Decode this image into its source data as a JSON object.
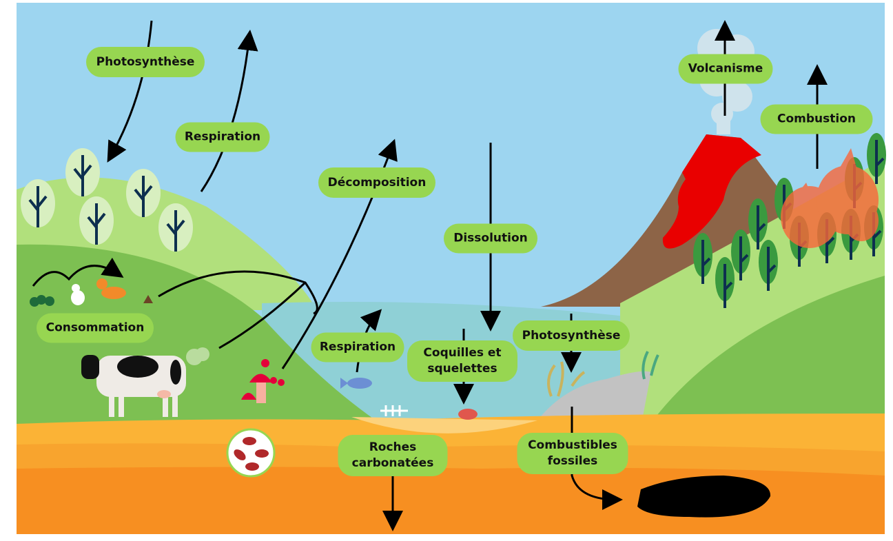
{
  "labels": {
    "photosynthese_land": "Photosynthèse",
    "respiration_land": "Respiration",
    "decomposition": "Décomposition",
    "dissolution": "Dissolution",
    "volcanisme": "Volcanisme",
    "combustion": "Combustion",
    "consommation": "Consommation",
    "respiration_ocean": "Respiration",
    "coquilles": "Coquilles et\nsquelettes",
    "photosynthese_ocean": "Photosynthèse",
    "roches": "Roches\ncarbonatées",
    "combustibles": "Combustibles\nfossiles"
  },
  "colors": {
    "sky": "#9dd5f0",
    "label": "#97d651",
    "grass_dark": "#7dc052",
    "grass_light": "#b1e07c",
    "water": "#8fd0d6",
    "soil_top": "#fbb336",
    "soil_mid": "#f8a42e",
    "soil_bottom": "#f78f21",
    "volcano": "#8d6447",
    "lava": "#e90000",
    "fire": "#f9663a"
  }
}
